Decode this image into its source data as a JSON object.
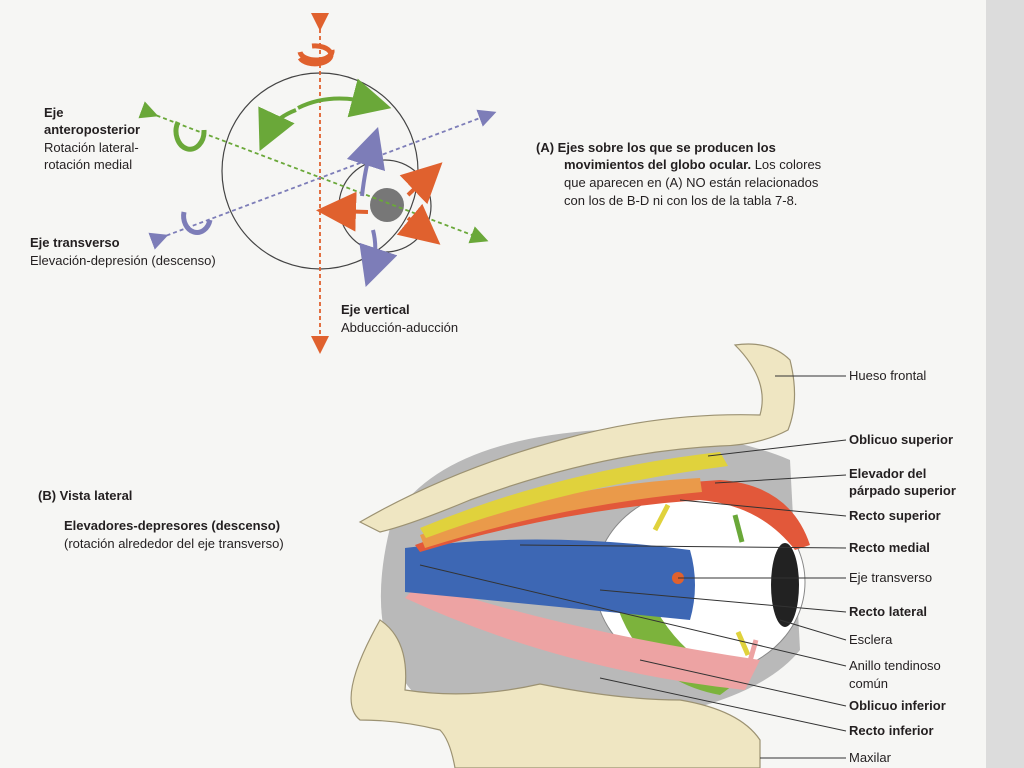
{
  "colors": {
    "vertical_axis": "#e0612e",
    "anteroposterior_axis": "#6aa839",
    "transverse_axis": "#7d7db8",
    "bone": "#efe6c2",
    "muscle_blue": "#3d67b4",
    "muscle_red": "#e2583a",
    "muscle_orange": "#ea9a4a",
    "muscle_yellow": "#e0d23c",
    "muscle_pink": "#eda3a3",
    "muscle_green": "#7cb33c"
  },
  "panel_a": {
    "ap_title_line1": "Eje",
    "ap_title_line2": "anteroposterior",
    "ap_desc_line1": "Rotación lateral-",
    "ap_desc_line2": "rotación medial",
    "transverse_title": "Eje transverso",
    "transverse_desc": "Elevación-depresión (descenso)",
    "vertical_title": "Eje vertical",
    "vertical_desc": "Abducción-aducción",
    "caption_line1": "(A) Ejes sobre los que se producen los",
    "caption_line2_bold": "movimientos del globo ocular.",
    "caption_line2_rest": " Los colores",
    "caption_line3": "que aparecen en (A) NO están relacionados",
    "caption_line4": "con los de B-D ni con los de la tabla 7-8."
  },
  "panel_b": {
    "title": "(B) Vista lateral",
    "subtitle_bold": "Elevadores-depresores (descenso)",
    "subtitle": "(rotación alrededor del eje transverso)",
    "labels": [
      {
        "text": "Hueso frontal",
        "bold": false
      },
      {
        "text": "Oblicuo superior",
        "bold": true
      },
      {
        "text": "Elevador del",
        "bold": true
      },
      {
        "text": "párpado superior",
        "bold": true
      },
      {
        "text": "Recto superior",
        "bold": true
      },
      {
        "text": "Recto medial",
        "bold": true
      },
      {
        "text": "Eje transverso",
        "bold": false
      },
      {
        "text": "Recto lateral",
        "bold": true
      },
      {
        "text": "Esclera",
        "bold": false
      },
      {
        "text": "Anillo tendinoso",
        "bold": false
      },
      {
        "text": "común",
        "bold": false
      },
      {
        "text": "Oblicuo inferior",
        "bold": true
      },
      {
        "text": "Recto inferior",
        "bold": true
      },
      {
        "text": "Maxilar",
        "bold": false
      }
    ]
  }
}
